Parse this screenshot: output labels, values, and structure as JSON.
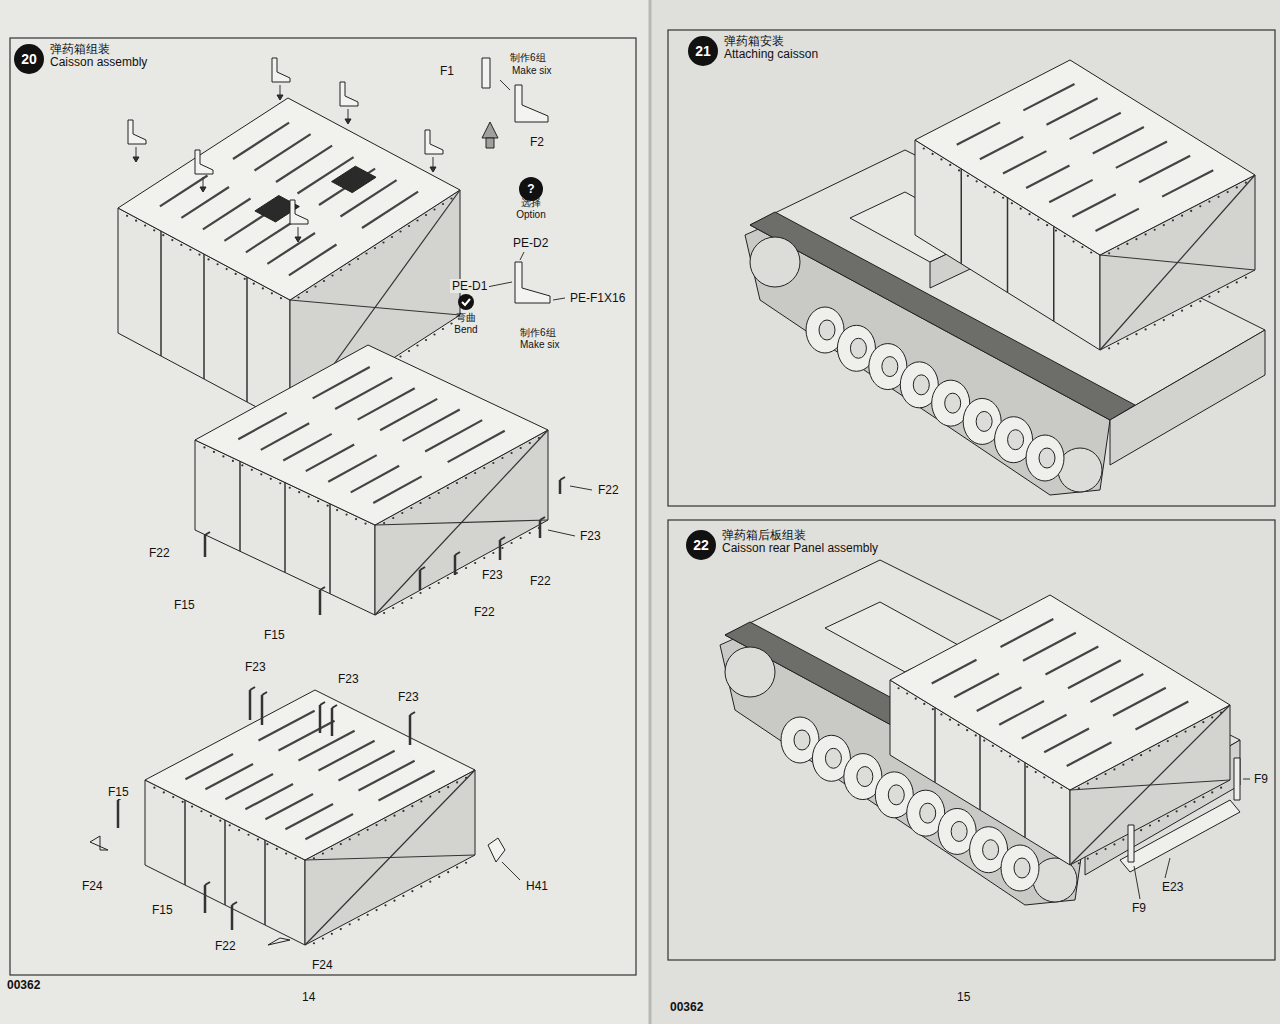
{
  "diagram": {
    "nodes": [
      {
        "text": [
          "20",
          "弹药箱组装",
          "Caisson assembly"
        ]
      },
      {
        "text": [
          "?",
          "选择",
          "Option"
        ]
      },
      {
        "text": [
          "弯曲",
          "Bend"
        ]
      },
      {
        "text": [
          "21",
          "弹药箱安装",
          "Attaching caisson"
        ]
      },
      {
        "text": [
          "22",
          "弹药箱后板组装",
          "Caisson rear Panel assembly"
        ]
      }
    ],
    "labels": [
      "制作6组",
      "Make six",
      "F1",
      "F2",
      "PE-D2",
      "PE-D1",
      "PE-F1X16",
      "制作6组",
      "Make six",
      "F22",
      "F23",
      "F22",
      "F23",
      "F22",
      "F15",
      "F22",
      "F15",
      "F23",
      "F23",
      "F23",
      "F15",
      "H41",
      "F24",
      "F15",
      "F22",
      "F24",
      "00362",
      "14",
      "F9",
      "E23",
      "F9",
      "00362",
      "15"
    ]
  }
}
